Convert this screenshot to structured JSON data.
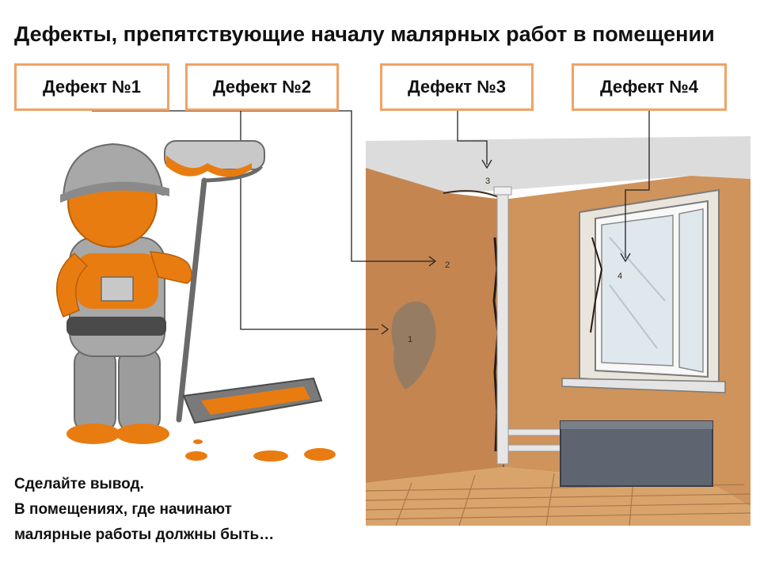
{
  "title": "Дефекты, препятствующие началу малярных работ в помещении",
  "defects": [
    {
      "label": "Дефект №1"
    },
    {
      "label": "Дефект №2"
    },
    {
      "label": "Дефект №3"
    },
    {
      "label": "Дефект №4"
    }
  ],
  "room": {
    "markers": [
      "1",
      "2",
      "3",
      "4"
    ]
  },
  "conclusion": {
    "lines": [
      "Сделайте вывод.",
      "В помещениях, где начинают",
      "малярные работы должны быть…"
    ]
  },
  "colors": {
    "accent_border": "#f0a265",
    "wall": "#c98a52",
    "floor": "#d9a36a",
    "ceiling": "#d8d8d8",
    "paint_orange": "#e87c10",
    "worker_gray": "#9a9a9a"
  }
}
